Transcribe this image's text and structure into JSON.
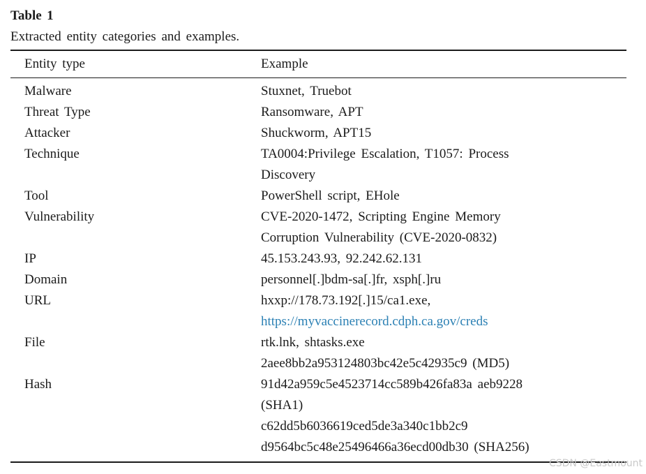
{
  "page": {
    "title": "Table 1",
    "caption": "Extracted entity categories and examples.",
    "watermark": "CSDN @Eastmount"
  },
  "colors": {
    "link_blue": "#2b80b4",
    "rule_black": "#1a1a1a",
    "watermark_gray": "#c9c9c9",
    "text": "#1b1b1b",
    "background": "#ffffff"
  },
  "table": {
    "headers": {
      "entity": "Entity type",
      "example": "Example"
    },
    "rows": [
      {
        "entity": "Malware",
        "example_lines": [
          {
            "text": "Stuxnet, Truebot",
            "link": false
          }
        ]
      },
      {
        "entity": "Threat Type",
        "example_lines": [
          {
            "text": "Ransomware, APT",
            "link": false
          }
        ]
      },
      {
        "entity": "Attacker",
        "example_lines": [
          {
            "text": "Shuckworm, APT15",
            "link": false
          }
        ]
      },
      {
        "entity": "Technique",
        "example_lines": [
          {
            "text": "TA0004:Privilege Escalation, T1057: Process",
            "link": false
          },
          {
            "text": "Discovery",
            "link": false
          }
        ]
      },
      {
        "entity": "Tool",
        "example_lines": [
          {
            "text": "PowerShell script, EHole",
            "link": false
          }
        ]
      },
      {
        "entity": "Vulnerability",
        "example_lines": [
          {
            "text": "CVE-2020-1472, Scripting Engine Memory",
            "link": false
          },
          {
            "text": "Corruption Vulnerability (CVE-2020-0832)",
            "link": false
          }
        ]
      },
      {
        "entity": "IP",
        "example_lines": [
          {
            "text": "45.153.243.93, 92.242.62.131",
            "link": false
          }
        ]
      },
      {
        "entity": "Domain",
        "example_lines": [
          {
            "text": "personnel[.]bdm-sa[.]fr, xsph[.]ru",
            "link": false
          }
        ]
      },
      {
        "entity": "URL",
        "example_lines": [
          {
            "text": "hxxp://178.73.192[.]15/ca1.exe,",
            "link": false
          },
          {
            "text": "https://myvaccinerecord.cdph.ca.gov/creds",
            "link": true
          }
        ]
      },
      {
        "entity": "File",
        "example_lines": [
          {
            "text": "rtk.lnk, shtasks.exe",
            "link": false
          },
          {
            "text": "2aee8bb2a953124803bc42e5c42935c9 (MD5)",
            "link": false
          }
        ]
      },
      {
        "entity": "Hash",
        "example_lines": [
          {
            "text": "91d42a959c5e4523714cc589b426fa83a aeb9228",
            "link": false
          },
          {
            "text": "(SHA1)",
            "link": false
          },
          {
            "text": "c62dd5b6036619ced5de3a340c1bb2c9",
            "link": false
          },
          {
            "text": "d9564bc5c48e25496466a36ecd00db30 (SHA256)",
            "link": false
          }
        ]
      }
    ]
  }
}
